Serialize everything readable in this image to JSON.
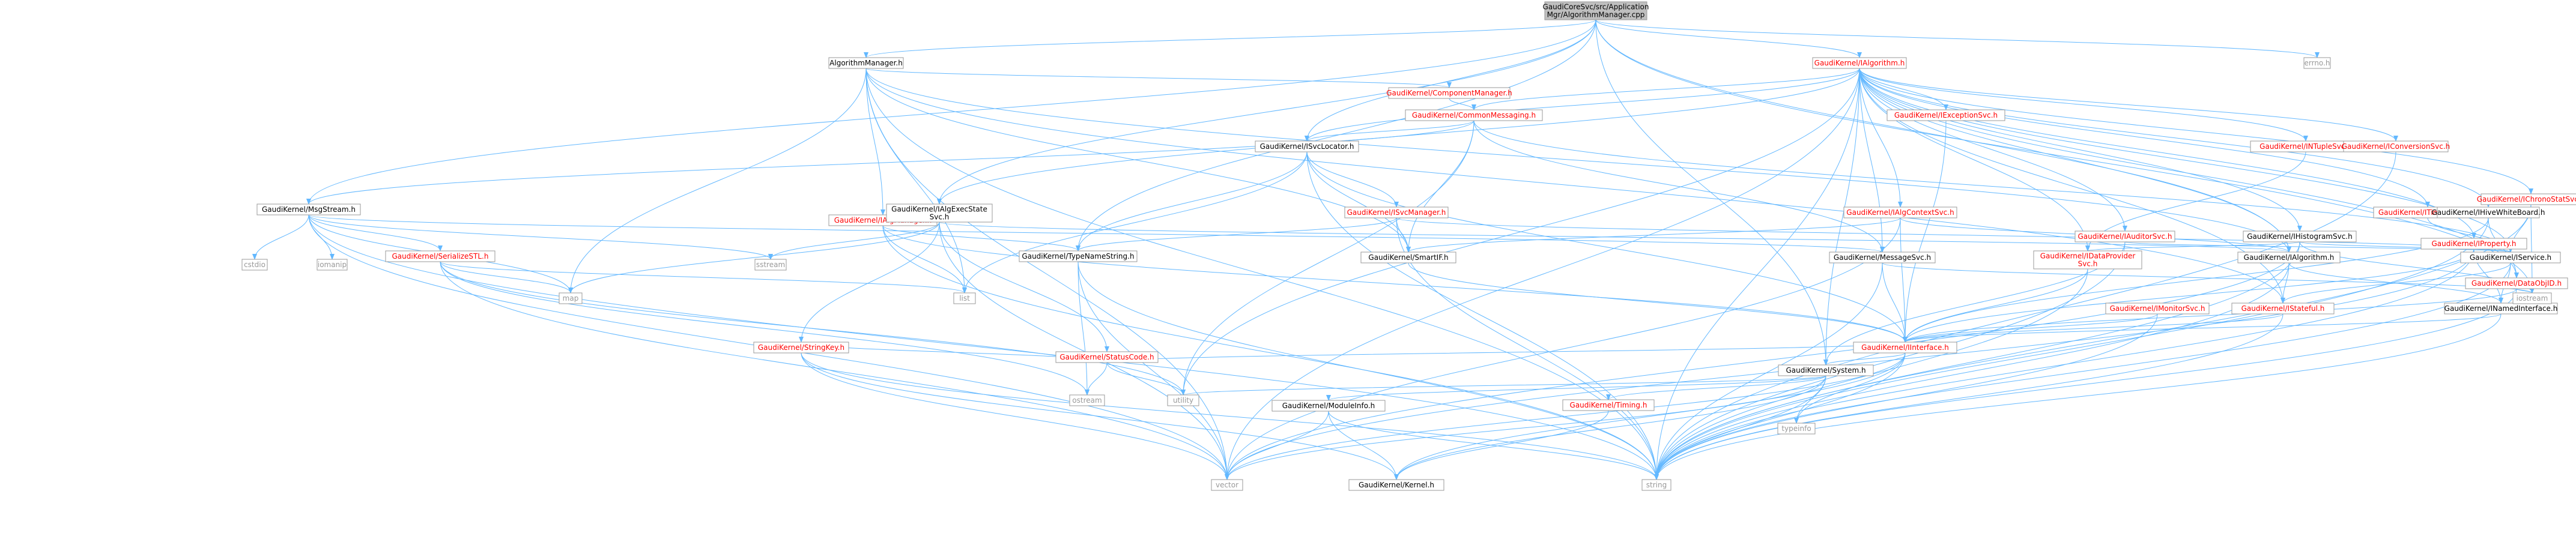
{
  "graph": {
    "nodes": [
      {
        "id": "root",
        "label": [
          "GaudiCoreSvc/src/Application",
          "Mgr/AlgorithmManager.cpp"
        ],
        "kind": "root"
      },
      {
        "id": "algmgr_h",
        "label": [
          "AlgorithmManager.h"
        ],
        "kind": "file"
      },
      {
        "id": "errno",
        "label": [
          "errno.h"
        ],
        "kind": "external"
      },
      {
        "id": "ialg",
        "label": [
          "GaudiKernel/IAlgorithm.h"
        ],
        "kind": "missing"
      },
      {
        "id": "compmgr",
        "label": [
          "GaudiKernel/ComponentManager.h"
        ],
        "kind": "missing"
      },
      {
        "id": "commonmsg",
        "label": [
          "GaudiKernel/CommonMessaging.h"
        ],
        "kind": "missing"
      },
      {
        "id": "iexcsvc",
        "label": [
          "GaudiKernel/IExceptionSvc.h"
        ],
        "kind": "missing"
      },
      {
        "id": "intuplesvc",
        "label": [
          "GaudiKernel/INTupleSvc.h"
        ],
        "kind": "missing"
      },
      {
        "id": "isvcloc",
        "label": [
          "GaudiKernel/ISvcLocator.h"
        ],
        "kind": "file"
      },
      {
        "id": "msgstream",
        "label": [
          "GaudiKernel/MsgStream.h"
        ],
        "kind": "file"
      },
      {
        "id": "ialgmgr",
        "label": [
          "GaudiKernel/IAlgManager.h"
        ],
        "kind": "missing"
      },
      {
        "id": "ialgexec",
        "label": [
          "GaudiKernel/IAlgExecState",
          "Svc.h"
        ],
        "kind": "file"
      },
      {
        "id": "isvcmgr",
        "label": [
          "GaudiKernel/ISvcManager.h"
        ],
        "kind": "missing"
      },
      {
        "id": "ialgctx",
        "label": [
          "GaudiKernel/IAlgContextSvc.h"
        ],
        "kind": "missing"
      },
      {
        "id": "iauditor",
        "label": [
          "GaudiKernel/IAuditorSvc.h"
        ],
        "kind": "missing"
      },
      {
        "id": "ihistosvc",
        "label": [
          "GaudiKernel/IHistogramSvc.h"
        ],
        "kind": "file"
      },
      {
        "id": "itimeline",
        "label": [
          "GaudiKernel/ITimelineSvc.h"
        ],
        "kind": "missing"
      },
      {
        "id": "ichrono",
        "label": [
          "GaudiKernel/IChronoStatSvc.h"
        ],
        "kind": "missing"
      },
      {
        "id": "iconv",
        "label": [
          "GaudiKernel/IConversionSvc.h"
        ],
        "kind": "missing"
      },
      {
        "id": "ihivewb",
        "label": [
          "GaudiKernel/IHiveWhiteBoard.h"
        ],
        "kind": "file"
      },
      {
        "id": "cstdio",
        "label": [
          "cstdio"
        ],
        "kind": "external"
      },
      {
        "id": "iomanip",
        "label": [
          "iomanip"
        ],
        "kind": "external"
      },
      {
        "id": "serstl",
        "label": [
          "GaudiKernel/SerializeSTL.h"
        ],
        "kind": "missing"
      },
      {
        "id": "sstream",
        "label": [
          "sstream"
        ],
        "kind": "external"
      },
      {
        "id": "typename",
        "label": [
          "GaudiKernel/TypeNameString.h"
        ],
        "kind": "file"
      },
      {
        "id": "smartif",
        "label": [
          "GaudiKernel/SmartIF.h"
        ],
        "kind": "file"
      },
      {
        "id": "msgsvc",
        "label": [
          "GaudiKernel/MessageSvc.h"
        ],
        "kind": "file"
      },
      {
        "id": "idataprov",
        "label": [
          "GaudiKernel/IDataProvider",
          "Svc.h"
        ],
        "kind": "missing"
      },
      {
        "id": "ialgorithm",
        "label": [
          "GaudiKernel/IAlgorithm.h"
        ],
        "kind": "file"
      },
      {
        "id": "iservice",
        "label": [
          "GaudiKernel/IService.h"
        ],
        "kind": "file"
      },
      {
        "id": "iproperty",
        "label": [
          "GaudiKernel/IProperty.h"
        ],
        "kind": "missing"
      },
      {
        "id": "dataobjid",
        "label": [
          "GaudiKernel/DataObjID.h"
        ],
        "kind": "missing"
      },
      {
        "id": "map",
        "label": [
          "map"
        ],
        "kind": "external"
      },
      {
        "id": "list",
        "label": [
          "list"
        ],
        "kind": "external"
      },
      {
        "id": "imonitor",
        "label": [
          "GaudiKernel/IMonitorSvc.h"
        ],
        "kind": "missing"
      },
      {
        "id": "istateful",
        "label": [
          "GaudiKernel/IStateful.h"
        ],
        "kind": "missing"
      },
      {
        "id": "inamed",
        "label": [
          "GaudiKernel/INamedInterface.h"
        ],
        "kind": "file"
      },
      {
        "id": "iostream",
        "label": [
          "iostream"
        ],
        "kind": "external"
      },
      {
        "id": "stringkey",
        "label": [
          "GaudiKernel/StringKey.h"
        ],
        "kind": "missing"
      },
      {
        "id": "iinterface",
        "label": [
          "GaudiKernel/IInterface.h"
        ],
        "kind": "missing"
      },
      {
        "id": "statuscode",
        "label": [
          "GaudiKernel/StatusCode.h"
        ],
        "kind": "missing"
      },
      {
        "id": "system",
        "label": [
          "GaudiKernel/System.h"
        ],
        "kind": "file"
      },
      {
        "id": "ostream",
        "label": [
          "ostream"
        ],
        "kind": "external"
      },
      {
        "id": "utility",
        "label": [
          "utility"
        ],
        "kind": "external"
      },
      {
        "id": "typeinfo",
        "label": [
          "typeinfo"
        ],
        "kind": "external"
      },
      {
        "id": "modinfo",
        "label": [
          "GaudiKernel/ModuleInfo.h"
        ],
        "kind": "file"
      },
      {
        "id": "timing",
        "label": [
          "GaudiKernel/Timing.h"
        ],
        "kind": "missing"
      },
      {
        "id": "vector",
        "label": [
          "vector"
        ],
        "kind": "external"
      },
      {
        "id": "kernel",
        "label": [
          "GaudiKernel/Kernel.h"
        ],
        "kind": "file"
      },
      {
        "id": "string",
        "label": [
          "string"
        ],
        "kind": "external"
      }
    ],
    "edges": [
      [
        "root",
        "algmgr_h"
      ],
      [
        "root",
        "errno"
      ],
      [
        "root",
        "ialg"
      ],
      [
        "root",
        "isvcloc"
      ],
      [
        "root",
        "msgstream"
      ],
      [
        "root",
        "ialgexec"
      ],
      [
        "root",
        "typename"
      ],
      [
        "root",
        "system"
      ],
      [
        "root",
        "ialgorithm"
      ],
      [
        "root",
        "iostream"
      ],
      [
        "algmgr_h",
        "compmgr"
      ],
      [
        "algmgr_h",
        "ialgmgr"
      ],
      [
        "algmgr_h",
        "ialgorithm"
      ],
      [
        "algmgr_h",
        "smartif"
      ],
      [
        "algmgr_h",
        "istateful"
      ],
      [
        "algmgr_h",
        "list"
      ],
      [
        "algmgr_h",
        "map"
      ],
      [
        "algmgr_h",
        "vector"
      ],
      [
        "algmgr_h",
        "string"
      ],
      [
        "compmgr",
        "commonmsg"
      ],
      [
        "commonmsg",
        "isvcloc"
      ],
      [
        "commonmsg",
        "msgstream"
      ],
      [
        "commonmsg",
        "smartif"
      ],
      [
        "commonmsg",
        "msgsvc"
      ],
      [
        "commonmsg",
        "iservice"
      ],
      [
        "commonmsg",
        "utility"
      ],
      [
        "ialg",
        "commonmsg"
      ],
      [
        "ialg",
        "iexcsvc"
      ],
      [
        "ialg",
        "intuplesvc"
      ],
      [
        "ialg",
        "isvcloc"
      ],
      [
        "ialg",
        "ialgexec"
      ],
      [
        "ialg",
        "ialgctx"
      ],
      [
        "ialg",
        "iauditor"
      ],
      [
        "ialg",
        "ihistosvc"
      ],
      [
        "ialg",
        "itimeline"
      ],
      [
        "ialg",
        "ichrono"
      ],
      [
        "ialg",
        "iconv"
      ],
      [
        "ialg",
        "ihivewb"
      ],
      [
        "ialg",
        "iproperty"
      ],
      [
        "ialg",
        "dataobjid"
      ],
      [
        "ialg",
        "msgsvc"
      ],
      [
        "ialg",
        "idataprov"
      ],
      [
        "ialg",
        "ialgorithm"
      ],
      [
        "ialg",
        "iservice"
      ],
      [
        "ialg",
        "istateful"
      ],
      [
        "ialg",
        "system"
      ],
      [
        "ialg",
        "vector"
      ],
      [
        "ialg",
        "string"
      ],
      [
        "ialg",
        "utility"
      ],
      [
        "iexcsvc",
        "iinterface"
      ],
      [
        "intuplesvc",
        "idataprov"
      ],
      [
        "isvcloc",
        "isvcmgr"
      ],
      [
        "isvcloc",
        "typename"
      ],
      [
        "isvcloc",
        "smartif"
      ],
      [
        "isvcloc",
        "iinterface"
      ],
      [
        "isvcloc",
        "list"
      ],
      [
        "isvcloc",
        "string"
      ],
      [
        "msgstream",
        "cstdio"
      ],
      [
        "msgstream",
        "iomanip"
      ],
      [
        "msgstream",
        "serstl"
      ],
      [
        "msgstream",
        "sstream"
      ],
      [
        "msgstream",
        "msgsvc"
      ],
      [
        "msgstream",
        "map"
      ],
      [
        "msgstream",
        "string"
      ],
      [
        "msgstream",
        "vector"
      ],
      [
        "ialgmgr",
        "typename"
      ],
      [
        "ialgmgr",
        "iinterface"
      ],
      [
        "ialgmgr",
        "list"
      ],
      [
        "ialgmgr",
        "string"
      ],
      [
        "ialgexec",
        "ialgorithm"
      ],
      [
        "ialgexec",
        "stringkey"
      ],
      [
        "ialgexec",
        "statuscode"
      ],
      [
        "ialgexec",
        "sstream"
      ],
      [
        "ialgexec",
        "map"
      ],
      [
        "ialgexec",
        "vector"
      ],
      [
        "isvcmgr",
        "iservice"
      ],
      [
        "isvcmgr",
        "typename"
      ],
      [
        "isvcmgr",
        "smartif"
      ],
      [
        "isvcmgr",
        "string"
      ],
      [
        "ialgctx",
        "ialgorithm"
      ],
      [
        "ialgctx",
        "iinterface"
      ],
      [
        "ialgctx",
        "smartif"
      ],
      [
        "ialgctx",
        "vector"
      ],
      [
        "iauditor",
        "iservice"
      ],
      [
        "iauditor",
        "system"
      ],
      [
        "iauditor",
        "string"
      ],
      [
        "ihistosvc",
        "idataprov"
      ],
      [
        "ihistosvc",
        "iservice"
      ],
      [
        "ihistosvc",
        "iostream"
      ],
      [
        "ihistosvc",
        "string"
      ],
      [
        "ihistosvc",
        "vector"
      ],
      [
        "itimeline",
        "iservice"
      ],
      [
        "ichrono",
        "iservice"
      ],
      [
        "ichrono",
        "iostream"
      ],
      [
        "ichrono",
        "string"
      ],
      [
        "iconv",
        "string"
      ],
      [
        "ihivewb",
        "dataobjid"
      ],
      [
        "ihivewb",
        "iinterface"
      ],
      [
        "ihivewb",
        "string"
      ],
      [
        "serstl",
        "list"
      ],
      [
        "serstl",
        "map"
      ],
      [
        "serstl",
        "ostream"
      ],
      [
        "serstl",
        "vector"
      ],
      [
        "serstl",
        "utility"
      ],
      [
        "typename",
        "string"
      ],
      [
        "typename",
        "ostream"
      ],
      [
        "typename",
        "vector"
      ],
      [
        "smartif",
        "iinterface"
      ],
      [
        "msgsvc",
        "iinterface"
      ],
      [
        "msgsvc",
        "iostream"
      ],
      [
        "msgsvc",
        "string"
      ],
      [
        "idataprov",
        "iinterface"
      ],
      [
        "idataprov",
        "string"
      ],
      [
        "ialgorithm",
        "inamed"
      ],
      [
        "ialgorithm",
        "istateful"
      ],
      [
        "ialgorithm",
        "string"
      ],
      [
        "iservice",
        "inamed"
      ],
      [
        "iservice",
        "istateful"
      ],
      [
        "iservice",
        "string"
      ],
      [
        "iproperty",
        "inamed"
      ],
      [
        "iproperty",
        "iinterface"
      ],
      [
        "iproperty",
        "string"
      ],
      [
        "iproperty",
        "vector"
      ],
      [
        "dataobjid",
        "iostream"
      ],
      [
        "dataobjid",
        "iinterface"
      ],
      [
        "dataobjid",
        "string"
      ],
      [
        "imonitor",
        "iinterface"
      ],
      [
        "imonitor",
        "string"
      ],
      [
        "istateful",
        "iinterface"
      ],
      [
        "istateful",
        "string"
      ],
      [
        "inamed",
        "iinterface"
      ],
      [
        "inamed",
        "string"
      ],
      [
        "stringkey",
        "statuscode"
      ],
      [
        "stringkey",
        "string"
      ],
      [
        "stringkey",
        "vector"
      ],
      [
        "stringkey",
        "kernel"
      ],
      [
        "iinterface",
        "statuscode"
      ],
      [
        "iinterface",
        "system"
      ],
      [
        "iinterface",
        "typeinfo"
      ],
      [
        "iinterface",
        "string"
      ],
      [
        "iinterface",
        "vector"
      ],
      [
        "iinterface",
        "kernel"
      ],
      [
        "statuscode",
        "ostream"
      ],
      [
        "statuscode",
        "utility"
      ],
      [
        "system",
        "modinfo"
      ],
      [
        "system",
        "timing"
      ],
      [
        "system",
        "typeinfo"
      ],
      [
        "system",
        "vector"
      ],
      [
        "system",
        "string"
      ],
      [
        "system",
        "kernel"
      ],
      [
        "system",
        "utility"
      ],
      [
        "modinfo",
        "kernel"
      ],
      [
        "modinfo",
        "string"
      ],
      [
        "modinfo",
        "vector"
      ],
      [
        "timing",
        "kernel"
      ]
    ]
  },
  "colors": {
    "root_fill": "#bfbfbf",
    "file_fill": "#ffffff",
    "external_fill": "#ffffff",
    "file_text": "#000000",
    "missing_text": "#ff0000",
    "external_text": "#999999",
    "node_border": "#999999",
    "edge": "#63B8FF"
  }
}
